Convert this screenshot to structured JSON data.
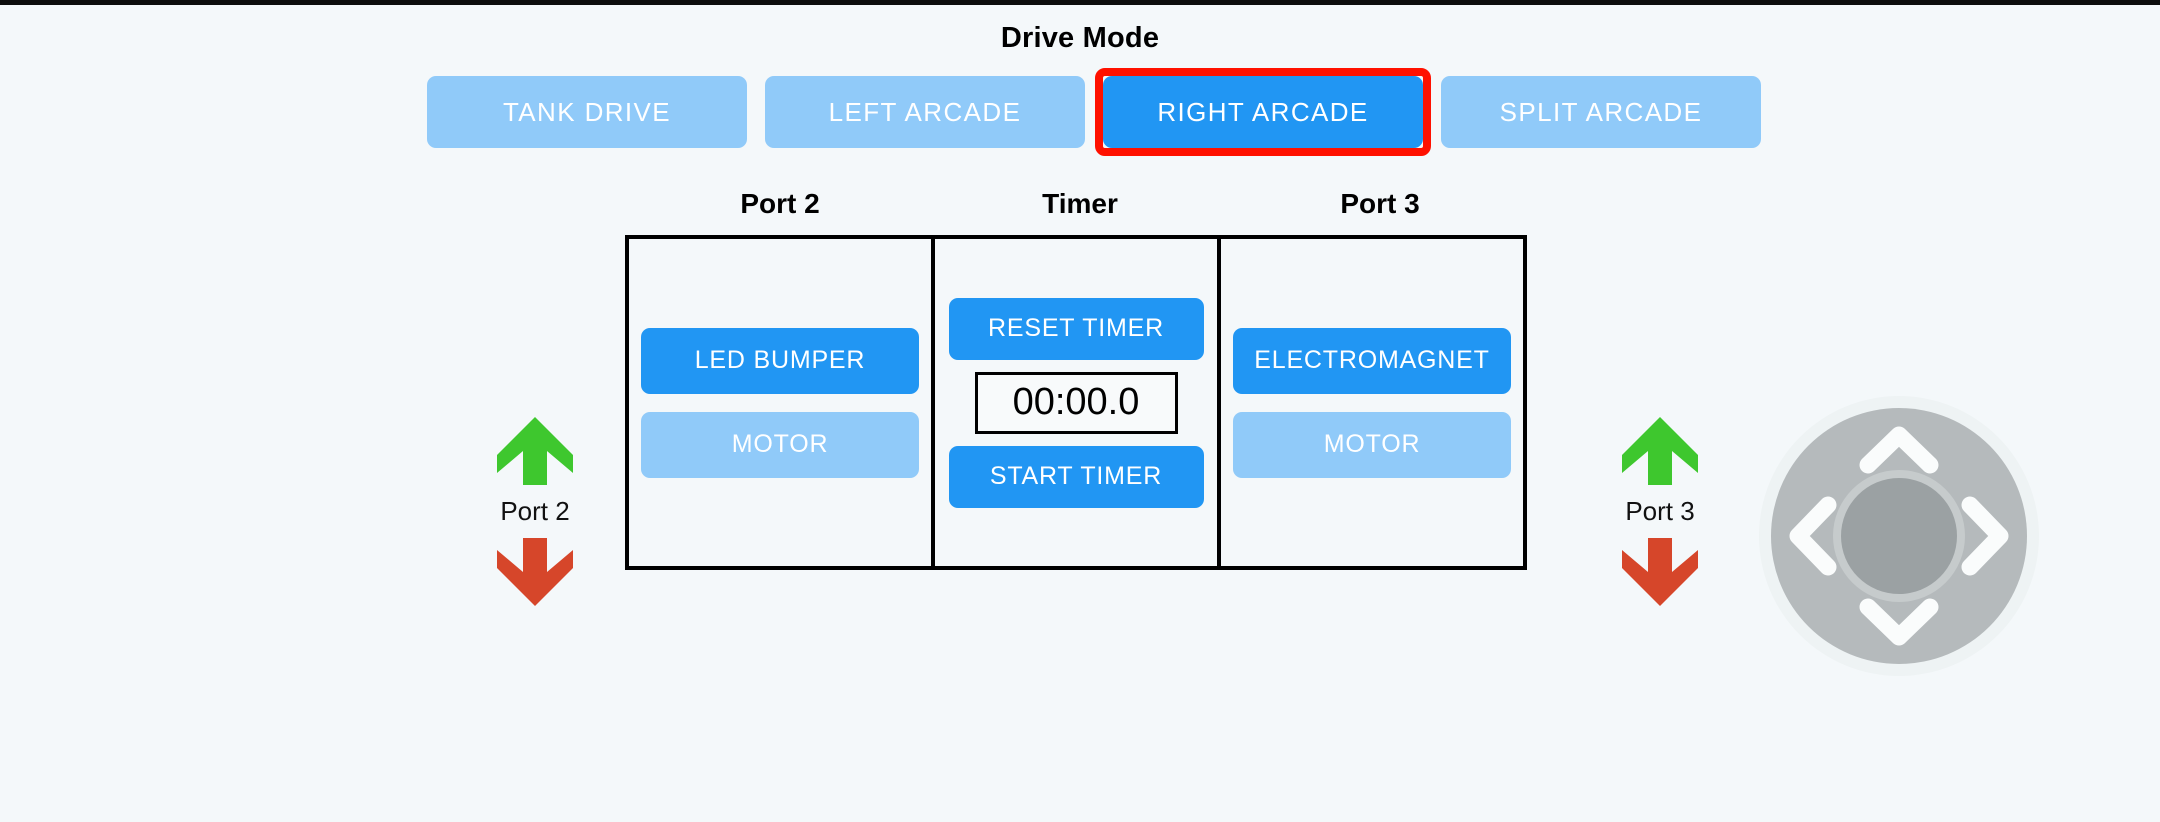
{
  "header": {
    "title": "Drive Mode"
  },
  "drive_modes": {
    "options": [
      {
        "label": "TANK DRIVE",
        "active": false,
        "highlighted": false
      },
      {
        "label": "LEFT ARCADE",
        "active": false,
        "highlighted": false
      },
      {
        "label": "RIGHT ARCADE",
        "active": true,
        "highlighted": true
      },
      {
        "label": "SPLIT ARCADE",
        "active": false,
        "highlighted": false
      }
    ],
    "selected": "RIGHT ARCADE"
  },
  "panels": {
    "port2": {
      "label": "Port 2",
      "buttons": [
        {
          "label": "LED BUMPER",
          "state": "on"
        },
        {
          "label": "MOTOR",
          "state": "off"
        }
      ]
    },
    "timer": {
      "label": "Timer",
      "reset_label": "RESET TIMER",
      "start_label": "START TIMER",
      "display": "00:00.0"
    },
    "port3": {
      "label": "Port 3",
      "buttons": [
        {
          "label": "ELECTROMAGNET",
          "state": "on"
        },
        {
          "label": "MOTOR",
          "state": "off"
        }
      ]
    }
  },
  "arrow_controls": [
    {
      "label": "Port 2",
      "up_icon": "arrow-up-icon",
      "down_icon": "arrow-down-icon"
    },
    {
      "label": "Port 3",
      "up_icon": "arrow-up-icon",
      "down_icon": "arrow-down-icon"
    }
  ],
  "dpad": {
    "icon": "dpad-icon",
    "directions": [
      "up",
      "right",
      "down",
      "left"
    ],
    "center": "dpad-center"
  },
  "colors": {
    "background": "#f4f8fa",
    "button_active": "#2196f3",
    "button_inactive": "#90caf9",
    "highlight_outline": "#ff1100",
    "arrow_up": "#3ec72e",
    "arrow_down": "#d6462a",
    "panel_border": "#000000",
    "dpad_body": "#b5babc",
    "dpad_center": "#9ba1a3",
    "text_on_button": "#ffffff"
  }
}
